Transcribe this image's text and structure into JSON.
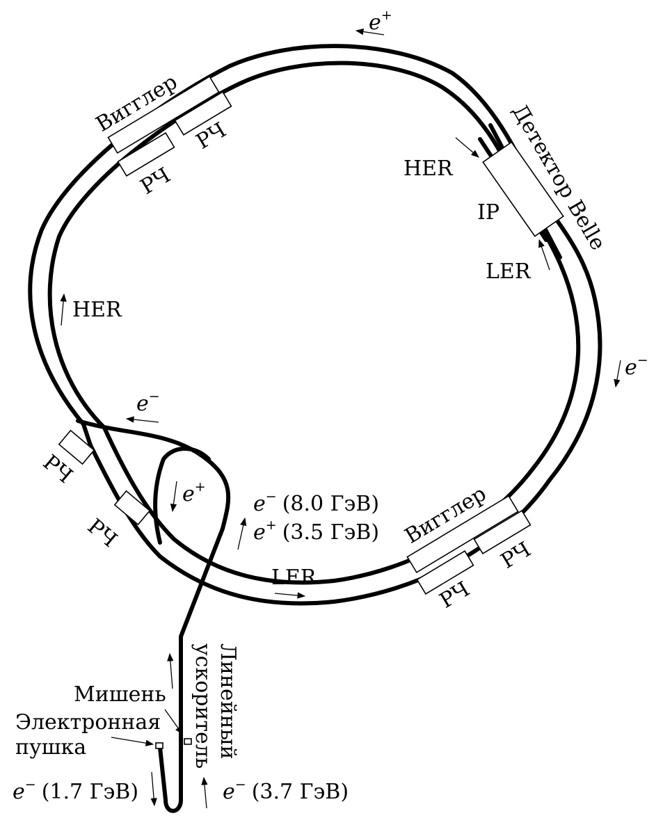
{
  "labels": {
    "wiggler_top": "Вигглер",
    "wiggler_bottom": "Вигглер",
    "rf": "РЧ",
    "detector": "Детектор Belle",
    "her": "HER",
    "ler": "LER",
    "ip": "IP",
    "linac": [
      "Линейный",
      "ускоритель"
    ],
    "target": "Мишень",
    "gun": [
      "Электронная",
      "пушка"
    ]
  },
  "particles": {
    "electron": "e",
    "minus": "−",
    "plus": "+"
  },
  "energies": {
    "e_minus_8": "(8.0 ГэВ)",
    "e_plus_35": "(3.5 ГэВ)",
    "e_minus_17": "(1.7 ГэВ)",
    "e_minus_37": "(3.7 ГэВ)"
  }
}
